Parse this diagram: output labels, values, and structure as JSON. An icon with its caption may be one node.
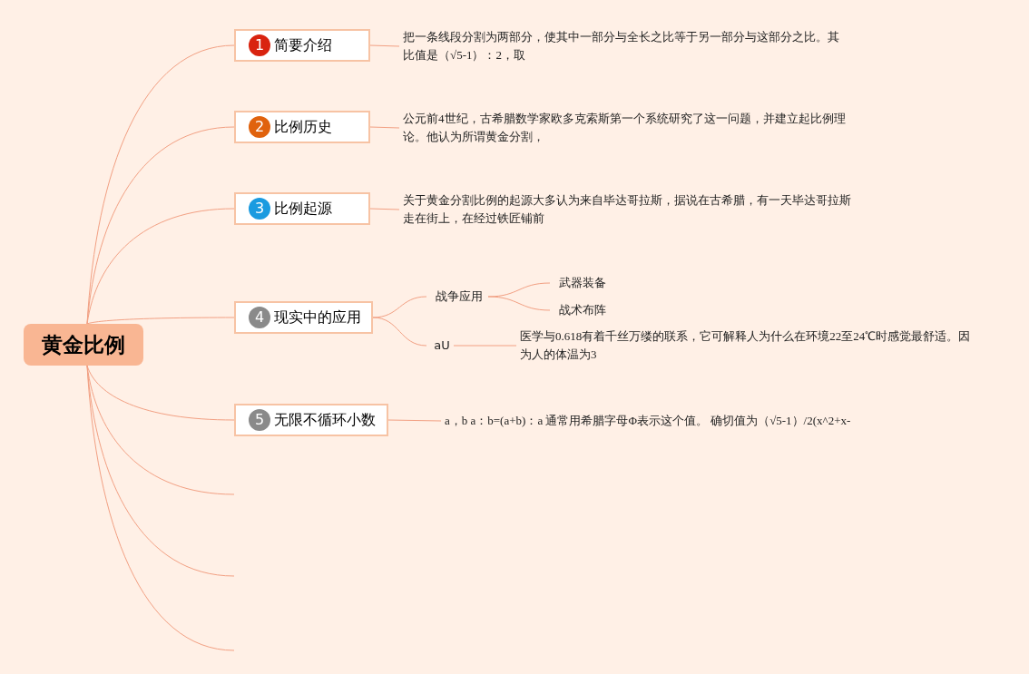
{
  "diagram": {
    "nodes": [
      {
        "text": [
          "黄金比例"
        ]
      },
      {
        "text": [
          "1",
          "简要介绍"
        ]
      },
      {
        "text": [
          "2",
          "比例历史"
        ]
      },
      {
        "text": [
          "3",
          "比例起源"
        ]
      },
      {
        "text": [
          "4",
          "现实中的应用"
        ]
      },
      {
        "text": [
          "5",
          "无限不循环小数"
        ]
      },
      {
        "text": [
          "把一条线段分割为两部分，使其中一部分与全长之比等于另一部分与这部分之比。其比值是（√5-1）：2，取"
        ]
      },
      {
        "text": [
          "公元前4世纪，古希腊数学家欧多克索斯第一个系统研究了这一问题，并建立起比例理论。他认为所谓黄金分割，"
        ]
      },
      {
        "text": [
          "关于黄金分割比例的起源大多认为来自毕达哥拉斯，据说在古希腊，有一天毕达哥拉斯走在街上，在经过铁匠铺前"
        ]
      },
      {
        "text": [
          "战争应用"
        ]
      },
      {
        "text": [
          "武器装备"
        ]
      },
      {
        "text": [
          "战术布阵"
        ]
      },
      {
        "text": [
          "aU"
        ]
      },
      {
        "text": [
          "医学与0.618有着千丝万缕的联系，它可解释人为什么在环境22至24℃时感觉最舒适。因为人的体温为3"
        ]
      },
      {
        "text": [
          "a，b a：b=(a+b)：a 通常用希腊字母Φ表示这个值。 确切值为（√5-1）/2(x^2+x-"
        ]
      }
    ],
    "edges": [
      {
        "from": 0,
        "to": 1,
        "arrow": "none"
      },
      {
        "from": 0,
        "to": 2,
        "arrow": "none"
      },
      {
        "from": 0,
        "to": 3,
        "arrow": "none"
      },
      {
        "from": 0,
        "to": 4,
        "arrow": "none"
      },
      {
        "from": 0,
        "to": 5,
        "arrow": "none"
      },
      {
        "from": 0,
        "to": null,
        "arrow": "none"
      },
      {
        "from": 0,
        "to": null,
        "arrow": "none"
      },
      {
        "from": 0,
        "to": null,
        "arrow": "none"
      },
      {
        "from": 1,
        "to": 6,
        "arrow": "none"
      },
      {
        "from": 2,
        "to": 7,
        "arrow": "none"
      },
      {
        "from": 3,
        "to": 8,
        "arrow": "none"
      },
      {
        "from": 4,
        "to": 9,
        "arrow": "none"
      },
      {
        "from": 4,
        "to": 12,
        "arrow": "none"
      },
      {
        "from": 9,
        "to": 10,
        "arrow": "none"
      },
      {
        "from": 9,
        "to": 11,
        "arrow": "none"
      },
      {
        "from": 12,
        "to": 13,
        "arrow": "none"
      },
      {
        "from": 5,
        "to": 14,
        "arrow": "none"
      }
    ]
  }
}
